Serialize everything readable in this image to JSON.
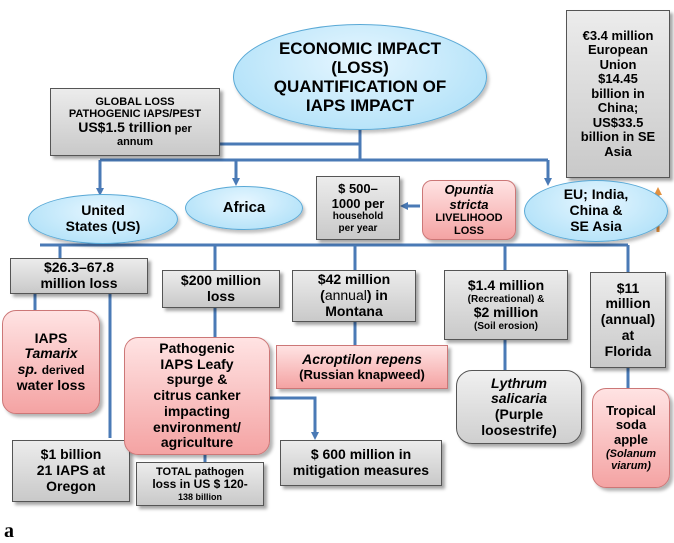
{
  "center": {
    "line1": "ECONOMIC IMPACT",
    "line2": "(LOSS)",
    "line3": "QUANTIFICATION OF",
    "line4": "IAPS IMPACT"
  },
  "global_loss": {
    "line1": "GLOBAL LOSS",
    "line2": "PATHOGENIC IAPS/PEST",
    "amount": "US$1.5 trillion",
    "per": "per",
    "annum": "annum"
  },
  "region_loss": {
    "line1": "€3.4 million",
    "line2": "European",
    "line3": "Union",
    "line4": "$14.45",
    "line5": "billion in",
    "line6": "China;",
    "line7": "US$33.5",
    "line8": "billion",
    "line9": "in SE",
    "line10": "Asia"
  },
  "us": {
    "line1": "United",
    "line2": "States (US)"
  },
  "africa": {
    "label": "Africa"
  },
  "household": {
    "line1": "$ 500–",
    "line2": "1000 per",
    "line3": "household",
    "line4": "per year"
  },
  "opuntia": {
    "line1": "Opuntia",
    "line2": "stricta",
    "line3": "LIVELIHOOD",
    "line4": "LOSS"
  },
  "eu_asia": {
    "line1": "EU; India,",
    "line2": "China &",
    "line3": "SE Asia"
  },
  "us_water": {
    "line1": "$26.3–67.8",
    "line2": "million loss"
  },
  "tamarix": {
    "line1": "IAPS",
    "line2": "Tamarix",
    "line3": "sp.",
    "line3b": "derived",
    "line4": "water loss"
  },
  "oregon": {
    "line1": "$1 billion",
    "line2": "21 IAPS at",
    "line3": "Oregon"
  },
  "spurge_cost": {
    "line1": "$200 million",
    "line2": "loss"
  },
  "spurge": {
    "line1": "Pathogenic",
    "line2": "IAPS Leafy",
    "line3": "spurge &",
    "line4": "citrus canker",
    "line5": "impacting",
    "line6": "environment/",
    "line7": "agriculture"
  },
  "total_pathogen": {
    "line1": "TOTAL pathogen",
    "line2": "loss in US $ 120-",
    "line3": "138 billion"
  },
  "mitigation": {
    "line1": "$ 600 million in",
    "line2": "mitigation measures"
  },
  "montana": {
    "line1": "$42 million",
    "line2a": "(",
    "line2b": "annual",
    "line2c": ") in",
    "line3": "Montana"
  },
  "acroptilon": {
    "line1": "Acroptilon repens",
    "line2": "(Russian knapweed)"
  },
  "lythrum_cost": {
    "line1": "$1.4  million",
    "line2": "(Recreational) &",
    "line3": "$2 million",
    "line4": "(Soil erosion)"
  },
  "lythrum": {
    "line1": "Lythrum",
    "line2": "salicaria",
    "line3": "(Purple",
    "line4": "loosestrife)"
  },
  "florida": {
    "line1": "$11",
    "line2": "million",
    "line3": "(annual)",
    "line4": "at",
    "line5": "Florida"
  },
  "soda": {
    "line1": "Tropical",
    "line2": "soda",
    "line3": "apple",
    "line4": "(Solanum",
    "line5": "viarum)"
  },
  "figure_label": "a",
  "colors": {
    "connector": "#4a7ab6",
    "orange": "#e39240",
    "ellipse_fill": "#a6ddf7",
    "pink_fill": "#f4a3a3",
    "gray_fill": "#cfcfcf"
  }
}
